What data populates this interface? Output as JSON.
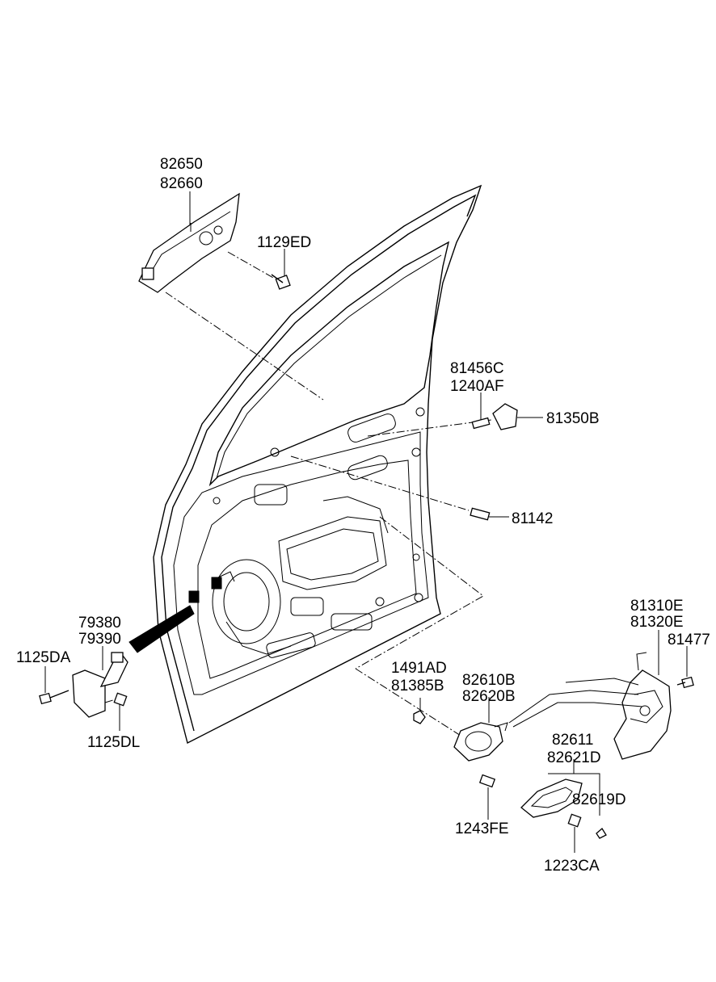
{
  "labels": {
    "p82650": "82650",
    "p82660": "82660",
    "p1129ED": "1129ED",
    "p81456C": "81456C",
    "p1240AF": "1240AF",
    "p81350B": "81350B",
    "p81142": "81142",
    "p81310E": "81310E",
    "p81320E": "81320E",
    "p81477": "81477",
    "p1491AD": "1491AD",
    "p81385B": "81385B",
    "p82610B": "82610B",
    "p82620B": "82620B",
    "p82611": "82611",
    "p82621D": "82621D",
    "p82619D": "82619D",
    "p1243FE": "1243FE",
    "p1223CA": "1223CA",
    "p79380": "79380",
    "p79390": "79390",
    "p1125DA": "1125DA",
    "p1125DL": "1125DL"
  }
}
